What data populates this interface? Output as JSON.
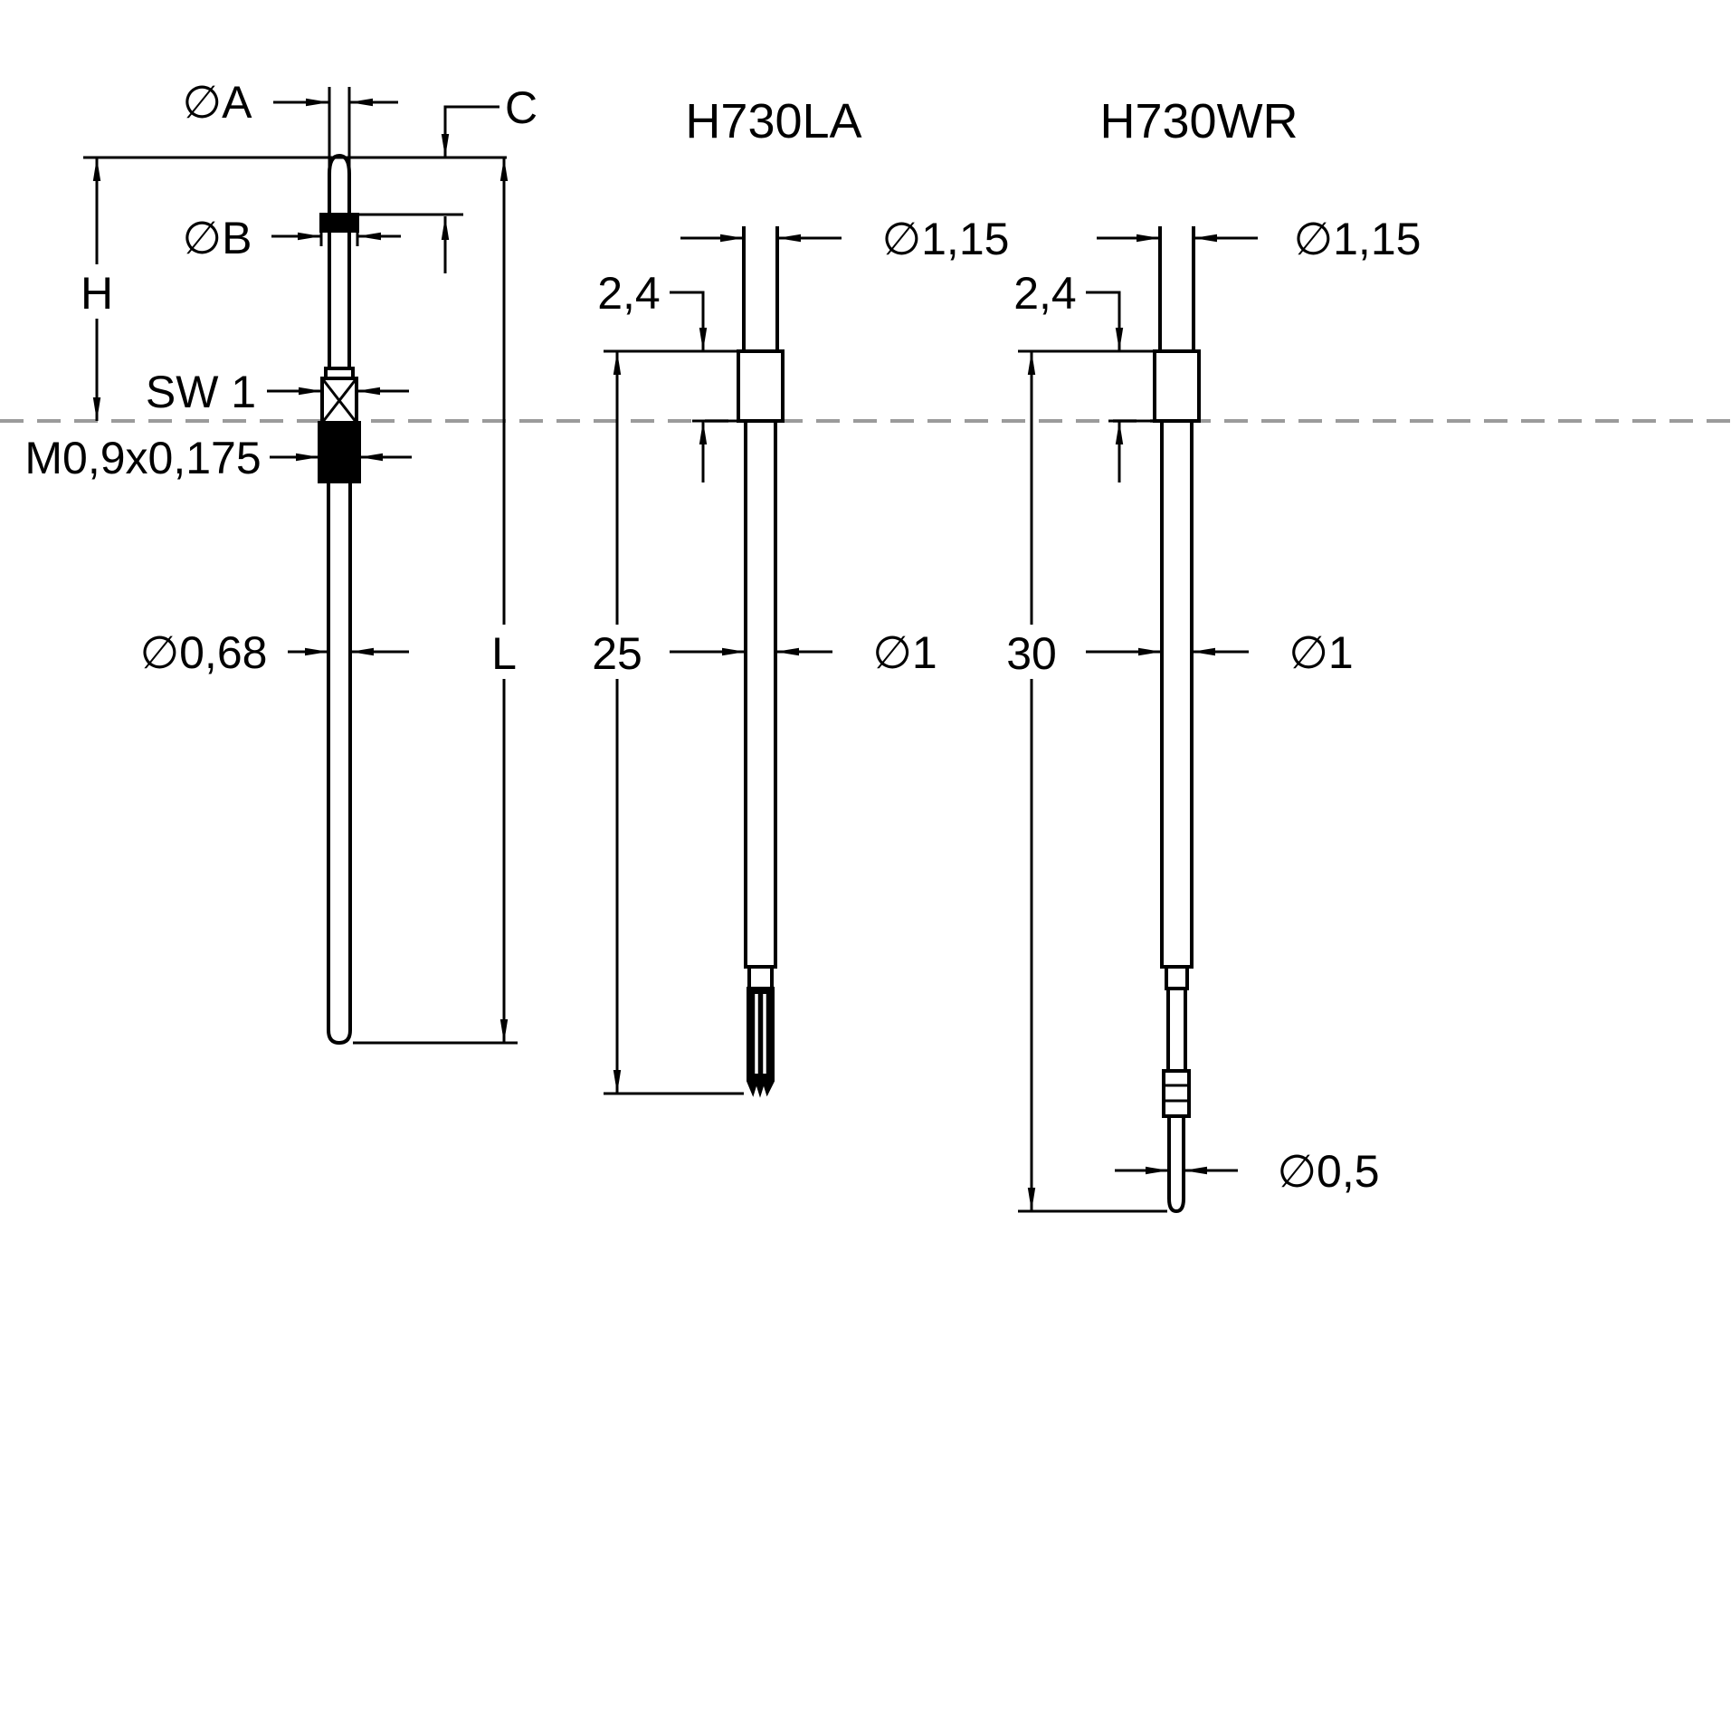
{
  "drawing": {
    "background": "#ffffff",
    "line_color": "#000000",
    "seating_plane_color": "#9b9b9b"
  },
  "generic": {
    "labels": {
      "dia_a": "∅A",
      "c": "C",
      "dia_b": "∅B",
      "h": "H",
      "sw": "SW 1",
      "thread": "M0,9x0,175",
      "shaft_dia": "∅0,68",
      "l": "L"
    }
  },
  "h730la": {
    "title": "H730LA",
    "labels": {
      "sleeve_dia": "∅1,15",
      "sleeve_len": "2,4",
      "total_len": "25",
      "body_dia": "∅1"
    }
  },
  "h730wr": {
    "title": "H730WR",
    "labels": {
      "sleeve_dia": "∅1,15",
      "sleeve_len": "2,4",
      "total_len": "30",
      "body_dia": "∅1",
      "tip_dia": "∅0,5"
    }
  }
}
